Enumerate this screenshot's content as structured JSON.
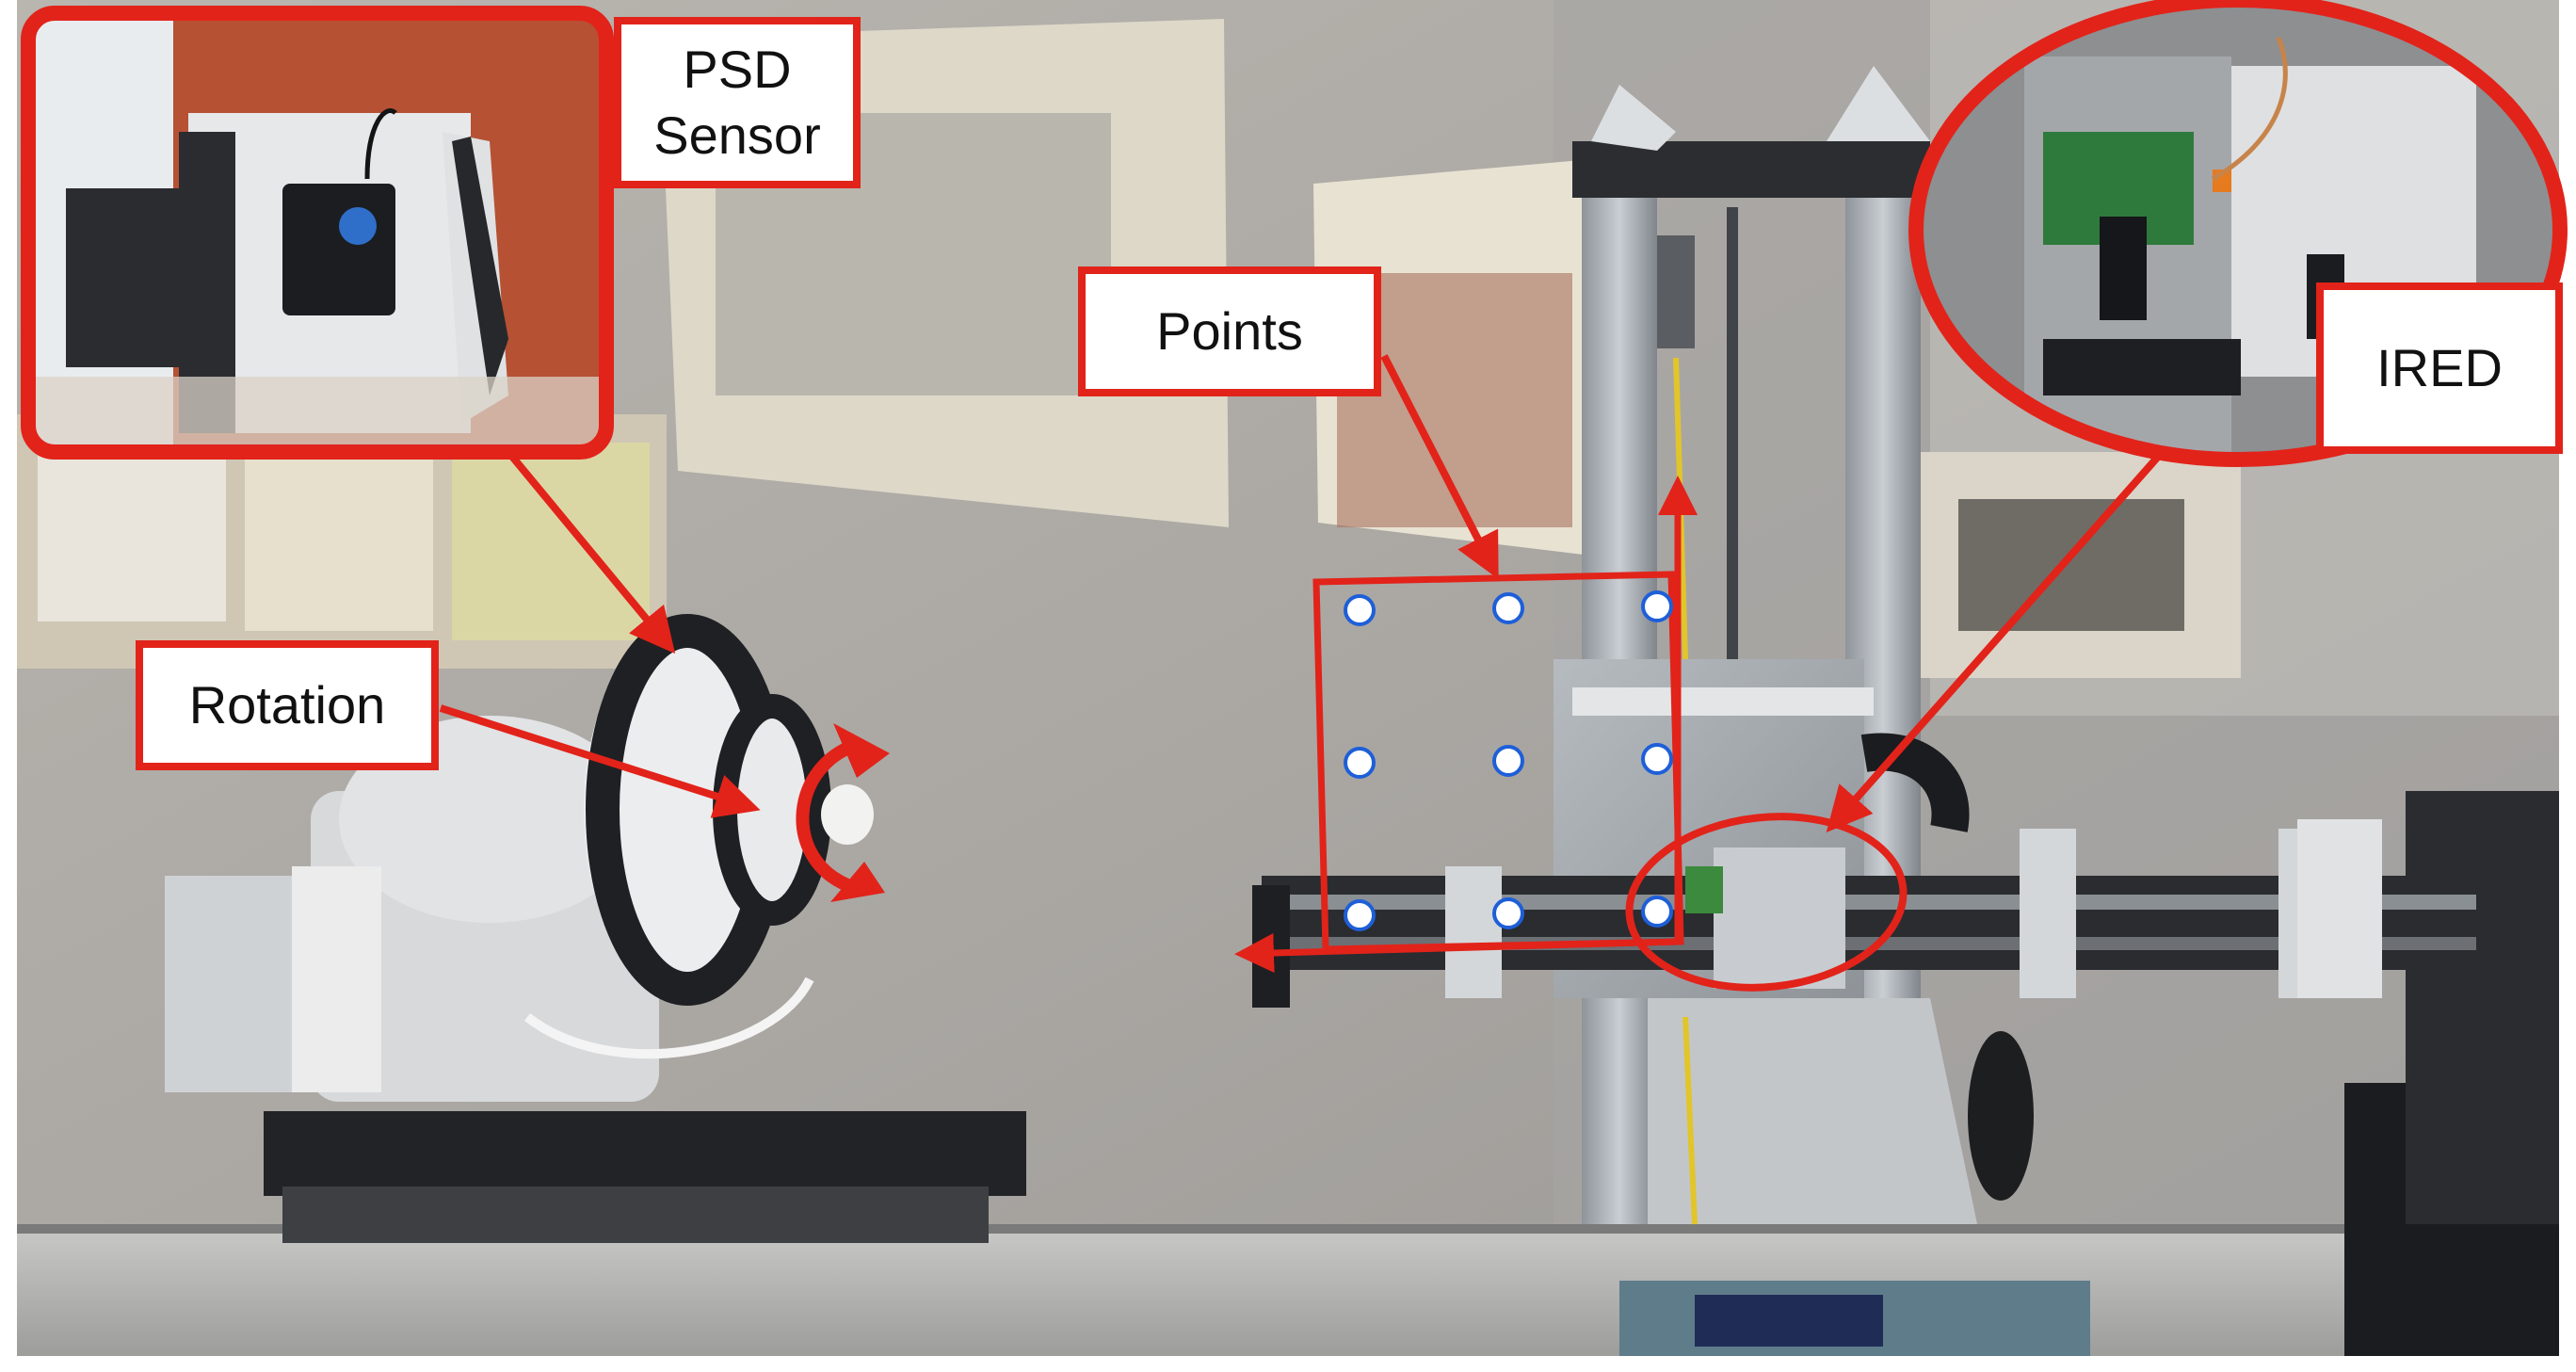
{
  "labels": {
    "psd_sensor": {
      "line1": "PSD",
      "line2": "Sensor"
    },
    "points": "Points",
    "ired": "IRED",
    "rotation": "Rotation"
  },
  "colors": {
    "annotation": "#e2231a",
    "marker_fill": "#ffffff",
    "marker_stroke": "#1e5fd8"
  },
  "point_grid": {
    "rows": 3,
    "columns": 3
  }
}
